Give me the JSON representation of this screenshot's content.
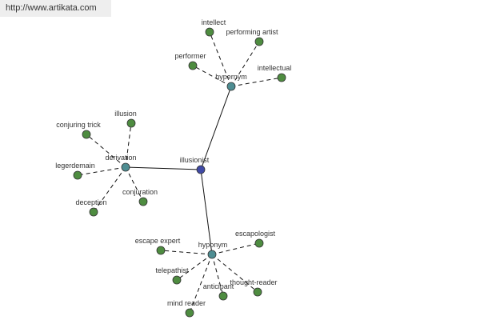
{
  "watermark": "http://www.artikata.com",
  "colors": {
    "root": "#404aa6",
    "hub": "#4e8d92",
    "leaf": "#4e8c40",
    "edge": "#111111"
  },
  "graph": {
    "root": {
      "id": "illusionist",
      "label": "illusionist"
    },
    "hubs": [
      {
        "id": "hypernym",
        "label": "hypernym",
        "leaves": [
          {
            "id": "intellect",
            "label": "intellect"
          },
          {
            "id": "performing-artist",
            "label": "performing artist"
          },
          {
            "id": "performer",
            "label": "performer"
          },
          {
            "id": "intellectual",
            "label": "intellectual"
          }
        ]
      },
      {
        "id": "derivation",
        "label": "derivation",
        "leaves": [
          {
            "id": "illusion",
            "label": "illusion"
          },
          {
            "id": "conjuring-trick",
            "label": "conjuring trick"
          },
          {
            "id": "legerdemain",
            "label": "legerdemain"
          },
          {
            "id": "deception",
            "label": "deception"
          },
          {
            "id": "conjuration",
            "label": "conjuration"
          }
        ]
      },
      {
        "id": "hyponym",
        "label": "hyponym",
        "leaves": [
          {
            "id": "escapologist",
            "label": "escapologist"
          },
          {
            "id": "escape-expert",
            "label": "escape expert"
          },
          {
            "id": "telepathist",
            "label": "telepathist"
          },
          {
            "id": "anticipant",
            "label": "anticipant"
          },
          {
            "id": "thought-reader",
            "label": "thought-reader"
          },
          {
            "id": "mind-reader",
            "label": "mind reader"
          }
        ]
      }
    ]
  }
}
